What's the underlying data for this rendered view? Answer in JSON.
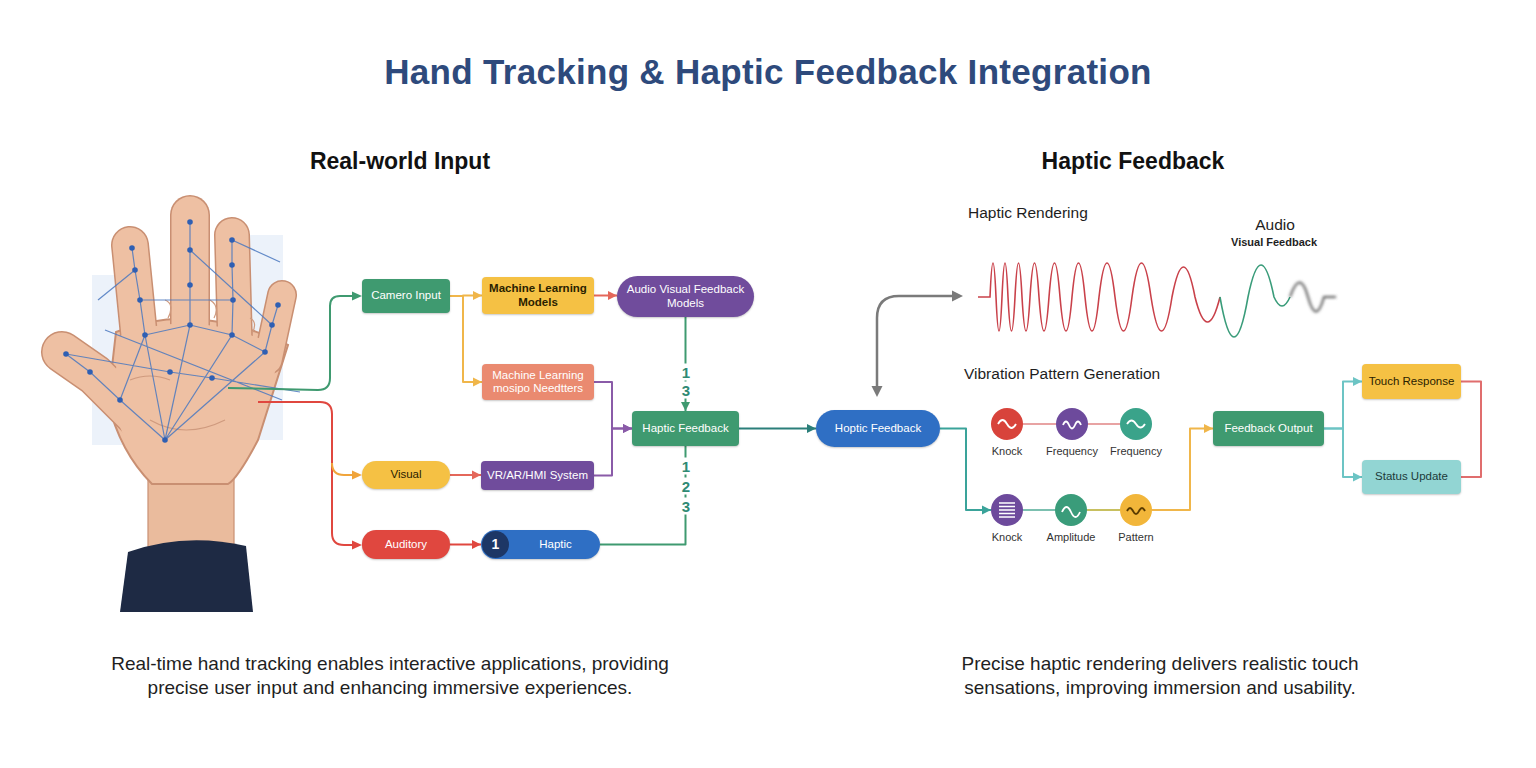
{
  "diagram": {
    "title": "Hand Tracking & Haptic Feedback Integration",
    "nodes": [
      {
        "text": [
          "Camero Input"
        ]
      },
      {
        "text": [
          "Machine Learning Models"
        ]
      },
      {
        "text": [
          "Audio Visual Feedback Models"
        ]
      },
      {
        "text": [
          "Machine Learning mosipo Needtters"
        ]
      },
      {
        "text": [
          "Haptic Feedback"
        ]
      },
      {
        "text": [
          "Visual"
        ]
      },
      {
        "text": [
          "VR/AR/HMI System"
        ]
      },
      {
        "text": [
          "Auditory"
        ]
      },
      {
        "text": [
          "Haptic"
        ]
      },
      {
        "text": [
          "1"
        ],
        "in": 8
      },
      {
        "text": [
          "Hoptic Feedback"
        ]
      },
      {
        "text": [
          "Knock"
        ]
      },
      {
        "text": [
          "Frequency"
        ]
      },
      {
        "text": [
          "Frequency"
        ]
      },
      {
        "text": [
          "Knock"
        ]
      },
      {
        "text": [
          "Amplitude"
        ]
      },
      {
        "text": [
          "Pattern"
        ]
      },
      {
        "text": [
          "Feedback Output"
        ]
      },
      {
        "text": [
          "Touch Response"
        ]
      },
      {
        "text": [
          "Status Update"
        ]
      }
    ],
    "edges": [
      {
        "from": 0,
        "to": 1,
        "arrow": "to"
      },
      {
        "from": 0,
        "to": 3,
        "arrow": "to"
      },
      {
        "from": 1,
        "to": 2,
        "arrow": "to"
      },
      {
        "from": 2,
        "to": 4,
        "arrow": "to"
      },
      {
        "from": 3,
        "to": 4,
        "arrow": "to"
      },
      {
        "from": 5,
        "to": 6,
        "arrow": "to"
      },
      {
        "from": 6,
        "to": 4,
        "arrow": "to"
      },
      {
        "from": 7,
        "to": 8,
        "arrow": "to"
      },
      {
        "from": 8,
        "to": 4,
        "arrow": "none"
      },
      {
        "from": 4,
        "to": 10,
        "arrow": "to"
      },
      {
        "from": 10,
        "to": 14,
        "arrow": "to"
      },
      {
        "from": 11,
        "to": 12,
        "arrow": "none"
      },
      {
        "from": 12,
        "to": 13,
        "arrow": "none"
      },
      {
        "from": 14,
        "to": 15,
        "arrow": "none"
      },
      {
        "from": 15,
        "to": 16,
        "arrow": "none"
      },
      {
        "from": 16,
        "to": 17,
        "arrow": "to"
      },
      {
        "from": 17,
        "to": 18,
        "arrow": "to"
      },
      {
        "from": 17,
        "to": 19,
        "arrow": "to"
      },
      {
        "from": 18,
        "to": 19,
        "arrow": "none"
      }
    ],
    "labels": [
      "Real-world Input",
      "Haptic Feedback",
      "1",
      "3",
      "1",
      "2",
      "3",
      "Haptic Rendering",
      "Audio",
      "Visual Feedback",
      "Vibration Pattern Generation",
      "Real-time hand tracking enables interactive applications, providing precise user input and enhancing immersive experiences.",
      "Precise haptic rendering delivers realistic touch sensations, improving immersion and usability."
    ]
  }
}
